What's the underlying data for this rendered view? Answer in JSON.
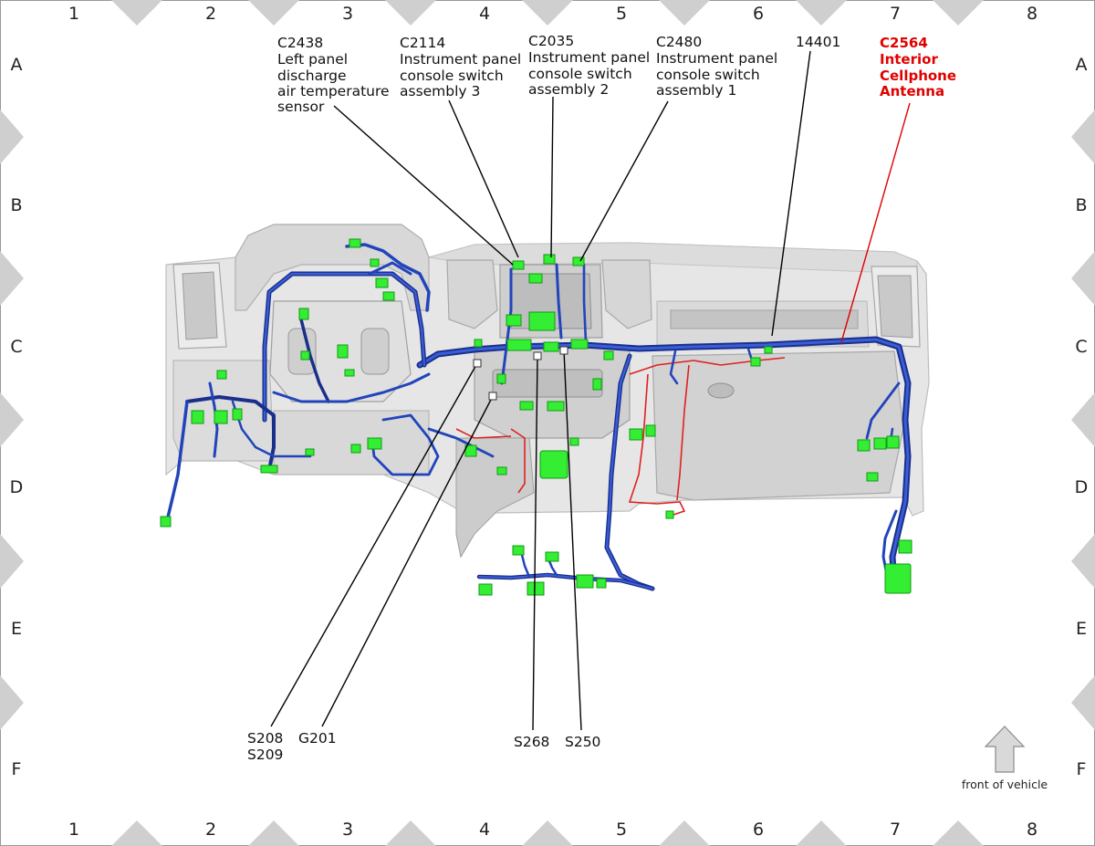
{
  "grid": {
    "columns": [
      "1",
      "2",
      "3",
      "4",
      "5",
      "6",
      "7",
      "8"
    ],
    "rows": [
      "A",
      "B",
      "C",
      "D",
      "E",
      "F"
    ]
  },
  "callouts": {
    "c2438": [
      "C2438",
      "Left panel",
      "discharge",
      "air temperature",
      "sensor"
    ],
    "c2114": [
      "C2114",
      "Instrument panel",
      "console switch",
      "assembly 3"
    ],
    "c2035": [
      "C2035",
      "Instrument panel",
      "console switch",
      "assembly 2"
    ],
    "c2480": [
      "C2480",
      "Instrument panel",
      "console switch",
      "assembly 1"
    ],
    "n14401": "14401",
    "c2564": [
      "C2564",
      "Interior",
      "Cellphone",
      "Antenna"
    ],
    "s208_s209": [
      "S208",
      "S209"
    ],
    "g201": "G201",
    "s268": "S268",
    "s250": "S250"
  },
  "front_of_vehicle": "front of vehicle",
  "colors": {
    "harness": "#2244bb",
    "connector": "#33ee33",
    "highlight": "#e00000",
    "panel": "#d4d4d4",
    "grid_marker": "#cfcfcf"
  }
}
